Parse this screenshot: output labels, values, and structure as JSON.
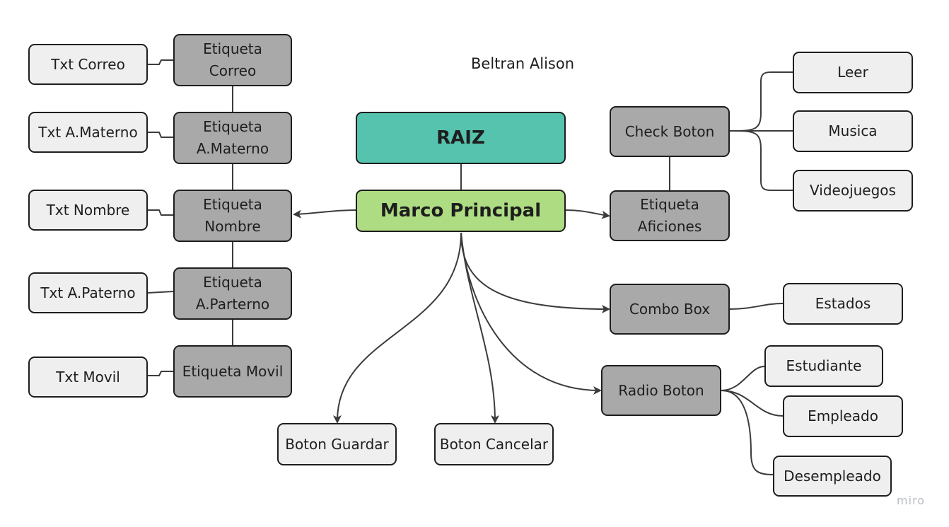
{
  "title": "Beltran Alison",
  "watermark": "miro",
  "colors": {
    "root": "#55c3ae",
    "main": "#aedc82",
    "dark_node": "#a9a9a9",
    "light_node": "#efefef",
    "stroke": "#3c3c3c"
  },
  "nodes": {
    "raiz": "RAIZ",
    "marco_principal": "Marco Principal",
    "etiqueta_correo": "Etiqueta Correo",
    "etiqueta_a_materno": "Etiqueta A.Materno",
    "etiqueta_nombre": "Etiqueta Nombre",
    "etiqueta_a_paterno": "Etiqueta A.Parterno",
    "etiqueta_movil": "Etiqueta Movil",
    "txt_correo": "Txt Correo",
    "txt_a_materno": "Txt A.Materno",
    "txt_nombre": "Txt Nombre",
    "txt_a_paterno": "Txt A.Paterno",
    "txt_movil": "Txt Movil",
    "boton_guardar": "Boton Guardar",
    "boton_cancelar": "Boton Cancelar",
    "check_boton": "Check Boton",
    "etiqueta_aficiones": "Etiqueta Aficiones",
    "leer": "Leer",
    "musica": "Musica",
    "videojuegos": "Videojuegos",
    "combo_box": "Combo Box",
    "estados": "Estados",
    "radio_boton": "Radio Boton",
    "estudiante": "Estudiante",
    "empleado": "Empleado",
    "desempleado": "Desempleado"
  }
}
